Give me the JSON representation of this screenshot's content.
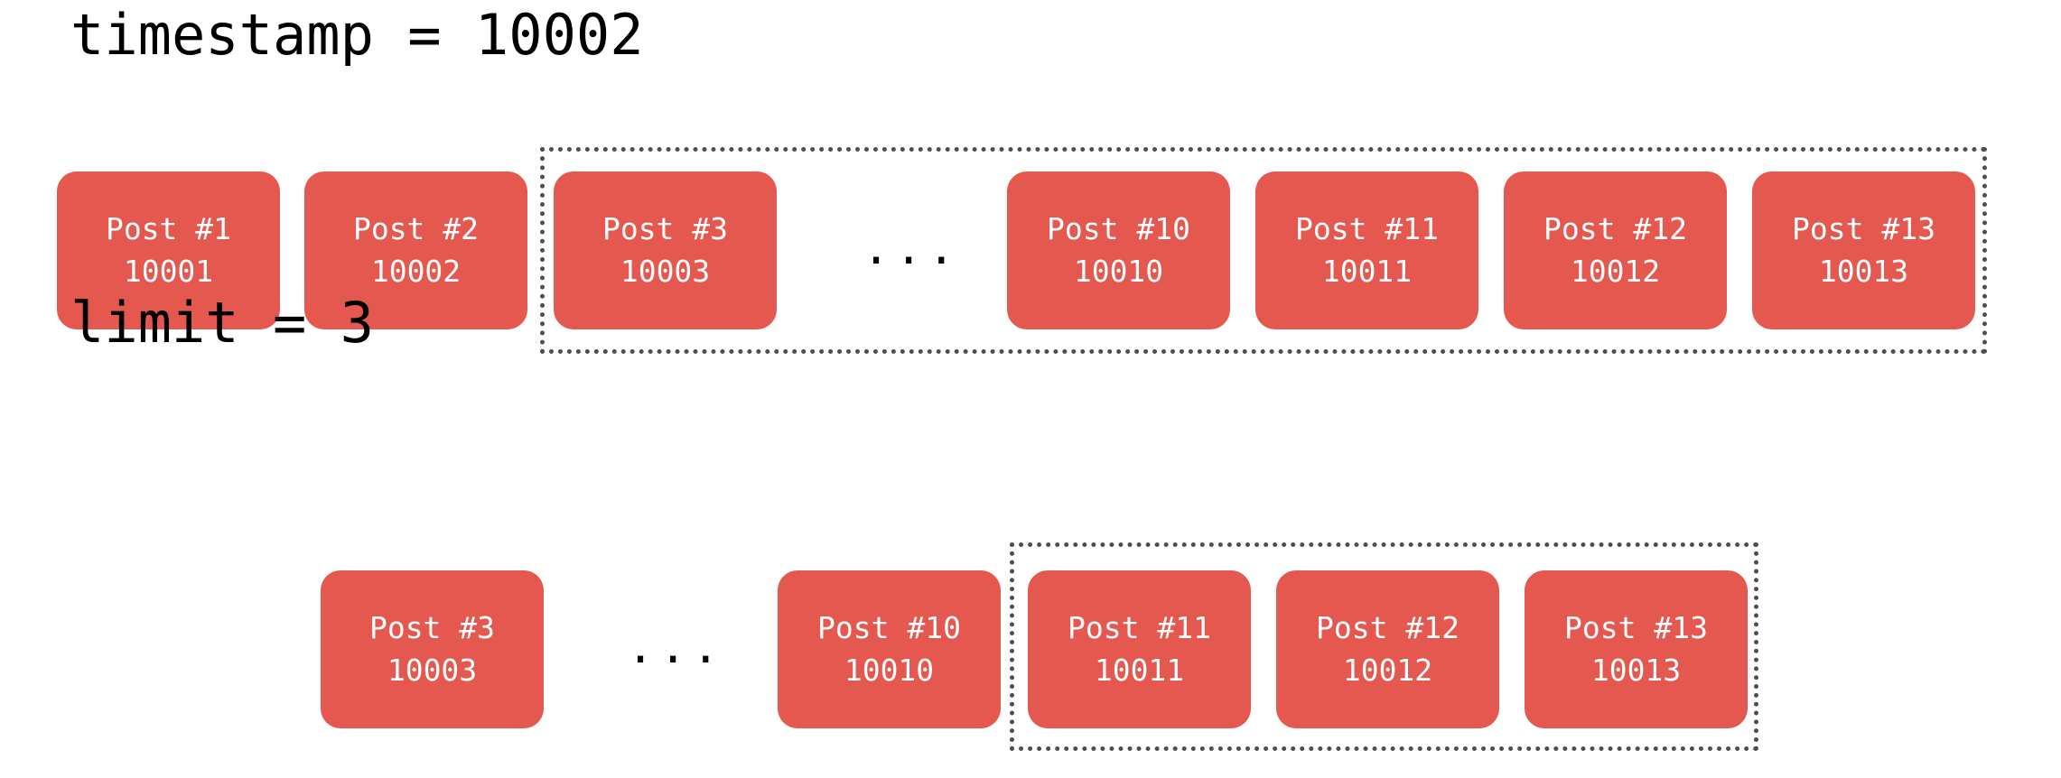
{
  "page": {
    "background_color": "#ffffff",
    "card_color": "#e4584f",
    "card_text_color": "#ffffff",
    "caption_color": "#000000",
    "dotted_border_color": "#4a4f54"
  },
  "sections": [
    {
      "caption": "timestamp = 10002",
      "ellipsis": "...",
      "cards": [
        {
          "title": "Post #1",
          "timestamp": "10001"
        },
        {
          "title": "Post #2",
          "timestamp": "10002"
        },
        {
          "title": "Post #3",
          "timestamp": "10003"
        },
        {
          "title": "Post #10",
          "timestamp": "10010"
        },
        {
          "title": "Post #11",
          "timestamp": "10011"
        },
        {
          "title": "Post #12",
          "timestamp": "10012"
        },
        {
          "title": "Post #13",
          "timestamp": "10013"
        }
      ],
      "highlight": {
        "label": "candidate-range-highlight",
        "first_card": "Post #3",
        "last_card": "Post #13"
      }
    },
    {
      "caption": "limit = 3",
      "ellipsis": "...",
      "cards": [
        {
          "title": "Post #3",
          "timestamp": "10003"
        },
        {
          "title": "Post #10",
          "timestamp": "10010"
        },
        {
          "title": "Post #11",
          "timestamp": "10011"
        },
        {
          "title": "Post #12",
          "timestamp": "10012"
        },
        {
          "title": "Post #13",
          "timestamp": "10013"
        }
      ],
      "highlight": {
        "label": "selected-range-highlight",
        "first_card": "Post #11",
        "last_card": "Post #13"
      }
    }
  ]
}
